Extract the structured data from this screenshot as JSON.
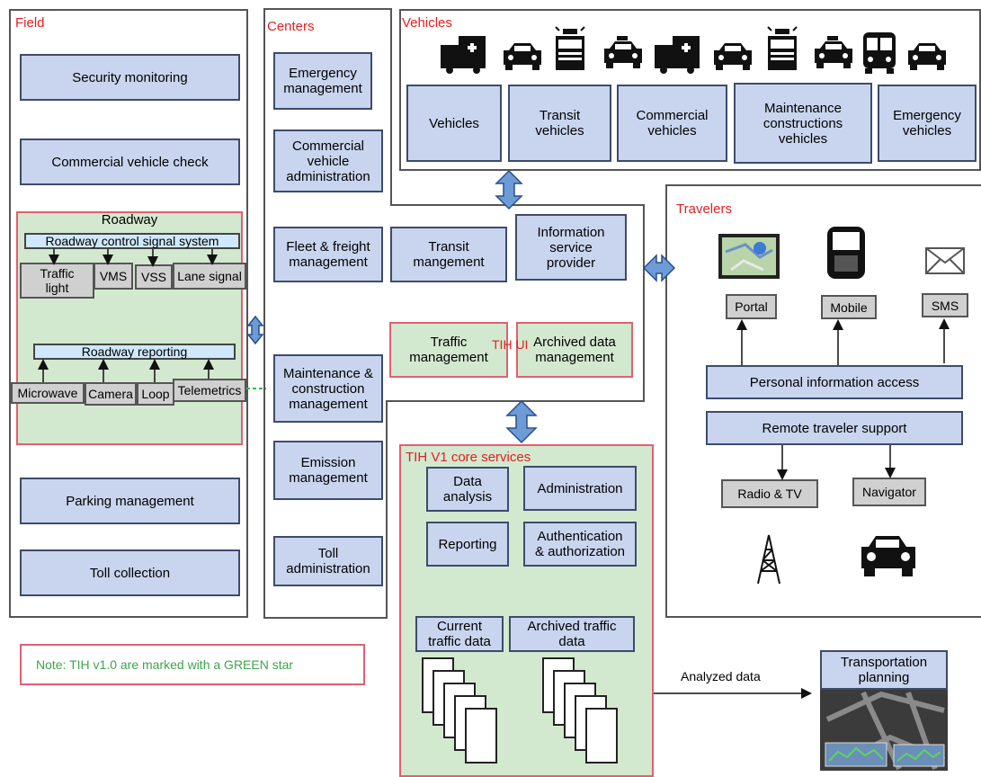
{
  "field": {
    "title": "Field",
    "security_monitoring": "Security monitoring",
    "commercial_vehicle_check": "Commercial vehicle check",
    "roadway": {
      "title": "Roadway",
      "control_system": "Roadway control signal system",
      "traffic_light": "Traffic\nlight",
      "vms": "VMS",
      "vss": "VSS",
      "lane_signal": "Lane signal",
      "reporting": "Roadway reporting",
      "microwave": "Microwave",
      "camera": "Camera",
      "loop": "Loop",
      "telemetrics": "Telemetrics"
    },
    "parking_management": "Parking management",
    "toll_collection": "Toll collection"
  },
  "centers": {
    "title": "Centers",
    "emergency": "Emergency\nmanagement",
    "commercial_admin": "Commercial\nvehicle\nadministration",
    "fleet": "Fleet & freight\nmanagement",
    "transit": "Transit\nmangement",
    "info_provider": "Information\nservice\nprovider",
    "traffic_mgmt": "Traffic\nmanagement",
    "archived_mgmt": "Archived data\nmanagement",
    "tih_ui": "TIH UI",
    "maintenance": "Maintenance &\nconstruction\nmanagement",
    "emission": "Emission\nmanagement",
    "toll_admin": "Toll\nadministration"
  },
  "vehicles": {
    "title": "Vehicles",
    "icons": [
      "ambulance-icon",
      "car-icon",
      "fire-truck-icon",
      "taxi-icon",
      "ambulance-icon",
      "car-icon",
      "fire-truck-icon",
      "taxi-icon",
      "bus-icon",
      "car-icon"
    ],
    "items": [
      "Vehicles",
      "Transit\nvehicles",
      "Commercial\nvehicles",
      "Maintenance\nconstructions\nvehicles",
      "Emergency\nvehicles"
    ]
  },
  "travelers": {
    "title": "Travelers",
    "portal": "Portal",
    "mobile": "Mobile",
    "sms": "SMS",
    "personal_info": "Personal information access",
    "remote_support": "Remote traveler support",
    "radio_tv": "Radio & TV",
    "navigator": "Navigator"
  },
  "core": {
    "title": "TIH V1 core services",
    "data_analysis": "Data\nanalysis",
    "administration": "Administration",
    "reporting": "Reporting",
    "auth": "Authentication\n& authorization",
    "current_data": "Current\ntraffic data",
    "archived_data": "Archived traffic\ndata"
  },
  "note": "Note: TIH v1.0 are marked with a GREEN star",
  "analyzed_data": "Analyzed data",
  "transportation_planning": "Transportation\nplanning",
  "colors": {
    "box_fill": "#c9d5ee",
    "green_fill": "#d3e9cf",
    "red_text": "#e32020",
    "note_green": "#3fa34d",
    "arrow_blue": "#6d9bd6"
  }
}
